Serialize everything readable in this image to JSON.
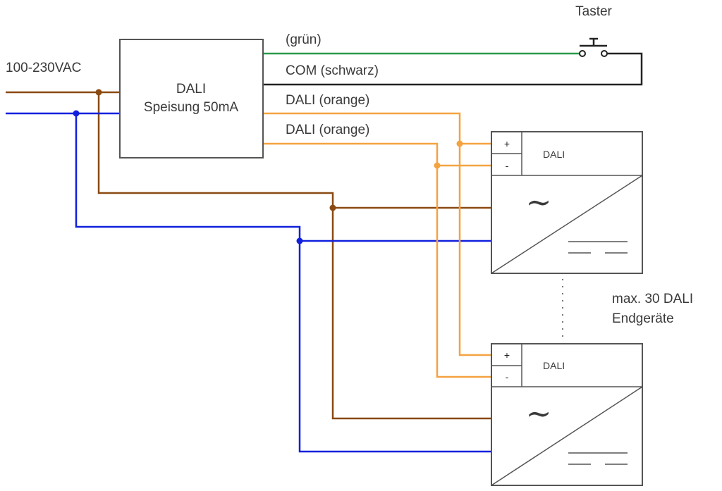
{
  "input_label": "100-230VAC",
  "supply": {
    "line1": "DALI",
    "line2": "Speisung 50mA"
  },
  "taster_label": "Taster",
  "wire_labels": {
    "green": "(grün)",
    "black": "COM (schwarz)",
    "orange1": "DALI (orange)",
    "orange2": "DALI (orange)"
  },
  "devices": [
    {
      "plus": "+",
      "minus": "-",
      "label": "DALI",
      "symbol": "~"
    },
    {
      "plus": "+",
      "minus": "-",
      "label": "DALI",
      "symbol": "~"
    }
  ],
  "note": {
    "line1": "max. 30 DALI",
    "line2": "Endgeräte"
  },
  "colors": {
    "brown": "#8a4a12",
    "blue": "#1020dd",
    "green": "#2a9a4a",
    "black": "#222222",
    "orange": "#f4a340"
  }
}
